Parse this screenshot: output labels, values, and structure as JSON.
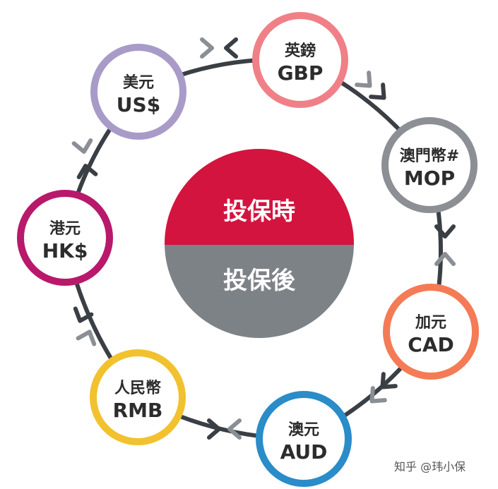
{
  "center": {
    "top_label": "投保時",
    "bottom_label": "投保後",
    "top_color": "#d3143f",
    "bottom_color": "#7d8287"
  },
  "nodes": [
    {
      "id": "gbp",
      "name_cn": "英鎊",
      "code": "GBP",
      "color": "#f08088"
    },
    {
      "id": "mop",
      "name_cn": "澳門幣#",
      "code": "MOP",
      "color": "#8c8f93"
    },
    {
      "id": "cad",
      "name_cn": "加元",
      "code": "CAD",
      "color": "#f47b55"
    },
    {
      "id": "aud",
      "name_cn": "澳元",
      "code": "AUD",
      "color": "#2a8cc8"
    },
    {
      "id": "rmb",
      "name_cn": "人民幣",
      "code": "RMB",
      "color": "#f2c12e"
    },
    {
      "id": "hkd",
      "name_cn": "港元",
      "code": "HK$",
      "color": "#b8196b"
    },
    {
      "id": "usd",
      "name_cn": "美元",
      "code": "US$",
      "color": "#a89bc8"
    }
  ],
  "arrow_colors": {
    "dark": "#3a3f45",
    "light": "#8a8f95"
  },
  "watermark": "知乎 @玮小保"
}
